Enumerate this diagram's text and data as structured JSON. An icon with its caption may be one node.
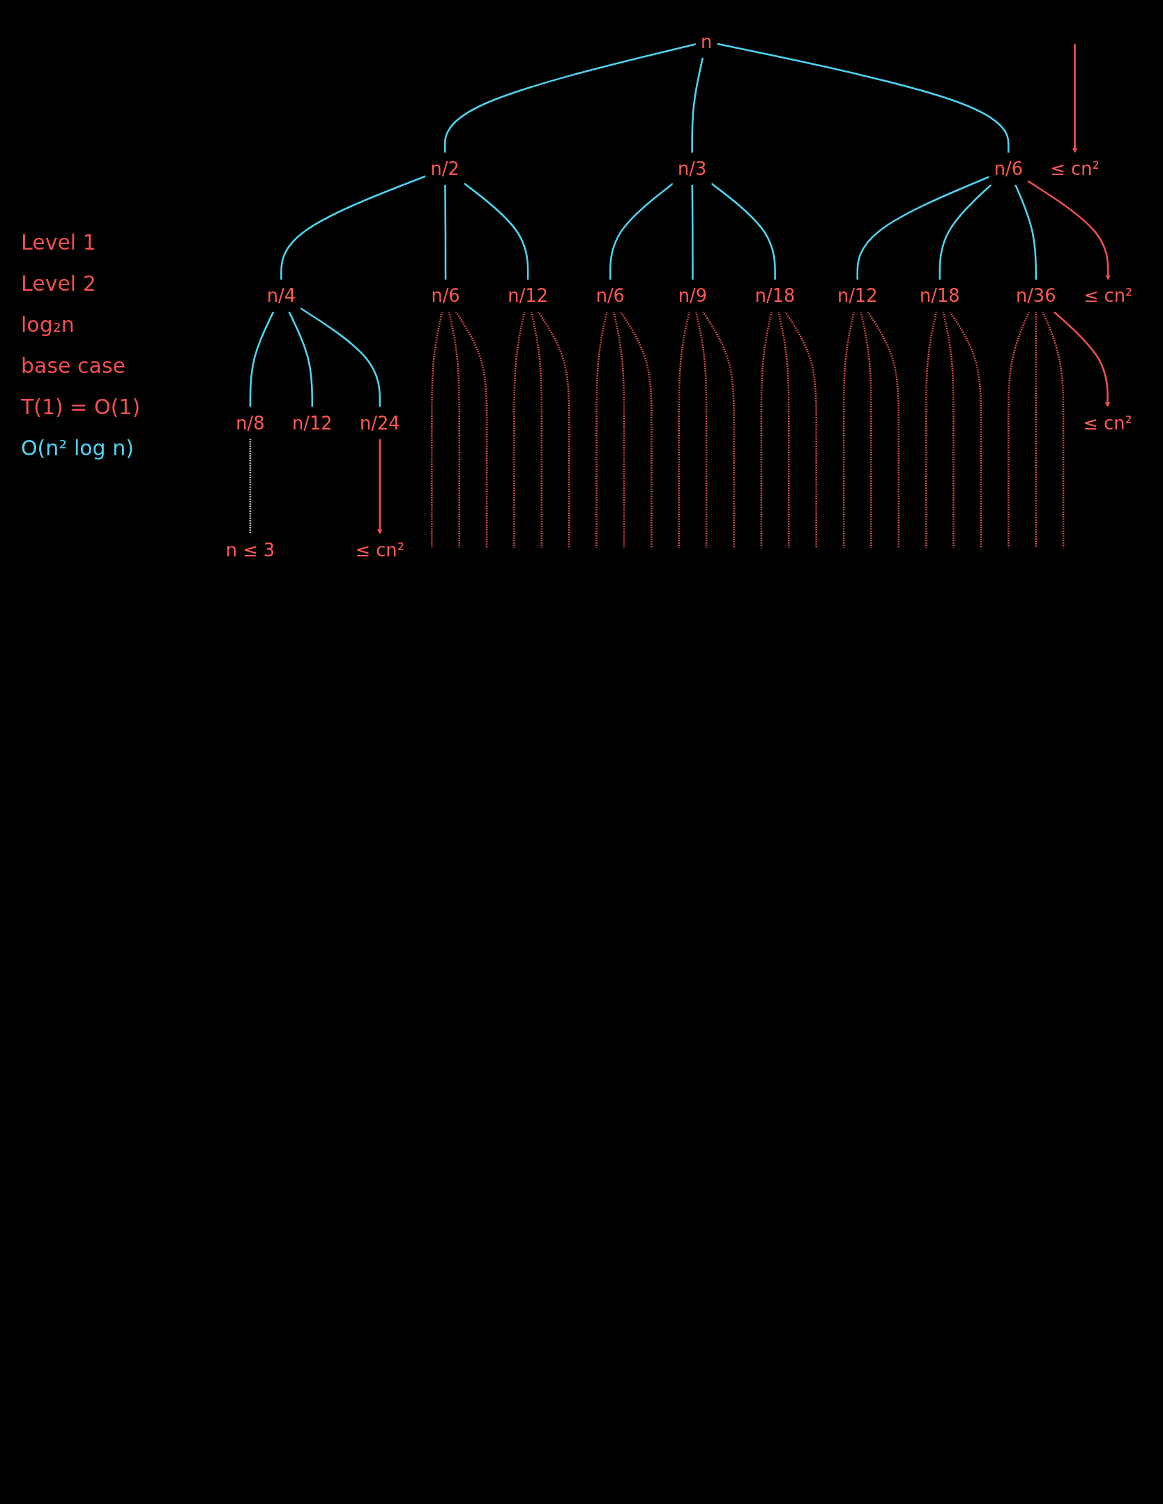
{
  "diagram": {
    "nodes": [
      {
        "text": [
          "n"
        ]
      },
      {
        "text": [
          "n/2"
        ]
      },
      {
        "text": [
          "n/3"
        ]
      },
      {
        "text": [
          "n/6"
        ]
      },
      {
        "text": [
          "n/4"
        ]
      },
      {
        "text": [
          "n/6"
        ]
      },
      {
        "text": [
          "n/12"
        ]
      },
      {
        "text": [
          "n/6"
        ]
      },
      {
        "text": [
          "n/9"
        ]
      },
      {
        "text": [
          "n/18"
        ]
      },
      {
        "text": [
          "n/12"
        ]
      },
      {
        "text": [
          "n/18"
        ]
      },
      {
        "text": [
          "n/36"
        ]
      },
      {
        "text": [
          "n/8"
        ]
      },
      {
        "text": [
          "n/12"
        ]
      },
      {
        "text": [
          "n/24"
        ]
      },
      {
        "text": [
          "n ≤ 3"
        ]
      },
      {
        "text": [
          "≤ cn²"
        ]
      },
      {
        "text": [
          "≤ cn²"
        ]
      },
      {
        "text": [
          "≤ cn²"
        ]
      },
      {
        "text": [
          "≤ cn²"
        ]
      }
    ],
    "edges": [
      {
        "from": 0,
        "to": 1,
        "arrow": "none",
        "color": "#4fd3f0"
      },
      {
        "from": 0,
        "to": 2,
        "arrow": "none",
        "color": "#4fd3f0"
      },
      {
        "from": 0,
        "to": 3,
        "arrow": "none",
        "color": "#4fd3f0"
      },
      {
        "from": 1,
        "to": 4,
        "arrow": "none",
        "color": "#4fd3f0"
      },
      {
        "from": 1,
        "to": 5,
        "arrow": "none",
        "color": "#4fd3f0"
      },
      {
        "from": 1,
        "to": 6,
        "arrow": "none",
        "color": "#4fd3f0"
      },
      {
        "from": 2,
        "to": 7,
        "arrow": "none",
        "color": "#4fd3f0"
      },
      {
        "from": 2,
        "to": 8,
        "arrow": "none",
        "color": "#4fd3f0"
      },
      {
        "from": 2,
        "to": 9,
        "arrow": "none",
        "color": "#4fd3f0"
      },
      {
        "from": 3,
        "to": 10,
        "arrow": "none",
        "color": "#4fd3f0"
      },
      {
        "from": 3,
        "to": 11,
        "arrow": "none",
        "color": "#4fd3f0"
      },
      {
        "from": 3,
        "to": 12,
        "arrow": "none",
        "color": "#4fd3f0"
      },
      {
        "from": 4,
        "to": 13,
        "arrow": "none",
        "color": "#4fd3f0"
      },
      {
        "from": 4,
        "to": 14,
        "arrow": "none",
        "color": "#4fd3f0"
      },
      {
        "from": 4,
        "to": 15,
        "arrow": "none",
        "color": "#4fd3f0"
      },
      {
        "from": 13,
        "to": 16,
        "arrow": "none",
        "style": "dashed",
        "color": "#d9d9d9"
      },
      {
        "from": 5,
        "to": null,
        "arrow": "none",
        "style": "dashed",
        "color": "#e0504a"
      },
      {
        "from": 5,
        "to": null,
        "arrow": "none",
        "style": "dashed",
        "color": "#e0504a"
      },
      {
        "from": 5,
        "to": null,
        "arrow": "none",
        "style": "dashed",
        "color": "#e0504a"
      },
      {
        "from": 6,
        "to": null,
        "arrow": "none",
        "style": "dashed",
        "color": "#e0504a"
      },
      {
        "from": 6,
        "to": null,
        "arrow": "none",
        "style": "dashed",
        "color": "#e0504a"
      },
      {
        "from": 6,
        "to": null,
        "arrow": "none",
        "style": "dashed",
        "color": "#e0504a"
      },
      {
        "from": 7,
        "to": null,
        "arrow": "none",
        "style": "dashed",
        "color": "#e0504a"
      },
      {
        "from": 7,
        "to": null,
        "arrow": "none",
        "style": "dashed",
        "color": "#e0504a"
      },
      {
        "from": 7,
        "to": null,
        "arrow": "none",
        "style": "dashed",
        "color": "#e0504a"
      },
      {
        "from": 8,
        "to": null,
        "arrow": "none",
        "style": "dashed",
        "color": "#e0504a"
      },
      {
        "from": 8,
        "to": null,
        "arrow": "none",
        "style": "dashed",
        "color": "#e0504a"
      },
      {
        "from": 8,
        "to": null,
        "arrow": "none",
        "style": "dashed",
        "color": "#e0504a"
      },
      {
        "from": 9,
        "to": null,
        "arrow": "none",
        "style": "dashed",
        "color": "#e0504a"
      },
      {
        "from": 9,
        "to": null,
        "arrow": "none",
        "style": "dashed",
        "color": "#e0504a"
      },
      {
        "from": 9,
        "to": null,
        "arrow": "none",
        "style": "dashed",
        "color": "#e0504a"
      },
      {
        "from": 10,
        "to": null,
        "arrow": "none",
        "style": "dashed",
        "color": "#e0504a"
      },
      {
        "from": 10,
        "to": null,
        "arrow": "none",
        "style": "dashed",
        "color": "#e0504a"
      },
      {
        "from": 10,
        "to": null,
        "arrow": "none",
        "style": "dashed",
        "color": "#e0504a"
      },
      {
        "from": 11,
        "to": null,
        "arrow": "none",
        "style": "dashed",
        "color": "#e0504a"
      },
      {
        "from": 11,
        "to": null,
        "arrow": "none",
        "style": "dashed",
        "color": "#e0504a"
      },
      {
        "from": 11,
        "to": null,
        "arrow": "none",
        "style": "dashed",
        "color": "#e0504a"
      },
      {
        "from": 12,
        "to": null,
        "arrow": "none",
        "style": "dashed",
        "color": "#e0504a"
      },
      {
        "from": 12,
        "to": null,
        "arrow": "none",
        "style": "dashed",
        "color": "#e0504a"
      },
      {
        "from": 12,
        "to": null,
        "arrow": "none",
        "style": "dashed",
        "color": "#e0504a"
      },
      {
        "from": 3,
        "to": 17,
        "arrow": "to",
        "color": "#f0504f"
      },
      {
        "from": 12,
        "to": 18,
        "arrow": "to",
        "color": "#f0504f"
      },
      {
        "from": 15,
        "to": 19,
        "arrow": "to",
        "color": "#f0504f"
      },
      {
        "from": null,
        "to": 20,
        "arrow": "to",
        "color": "#f0504f"
      }
    ],
    "labels": [
      "Level 1",
      "Level 2",
      "log₂n",
      "base case",
      "T(1) = O(1)",
      "O(n² log n)"
    ]
  }
}
